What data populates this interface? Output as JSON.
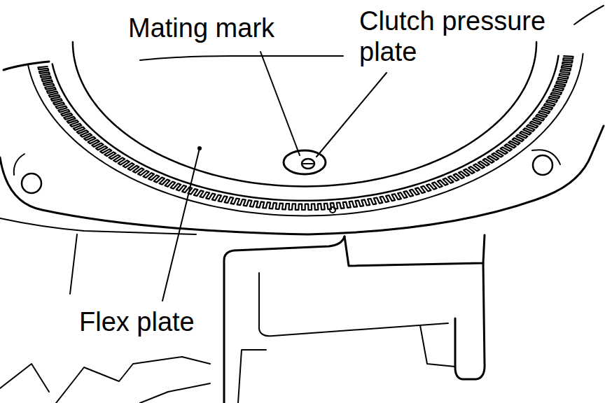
{
  "diagram": {
    "labels": [
      "Mating mark",
      "Clutch pressure plate",
      "Flex plate"
    ]
  }
}
